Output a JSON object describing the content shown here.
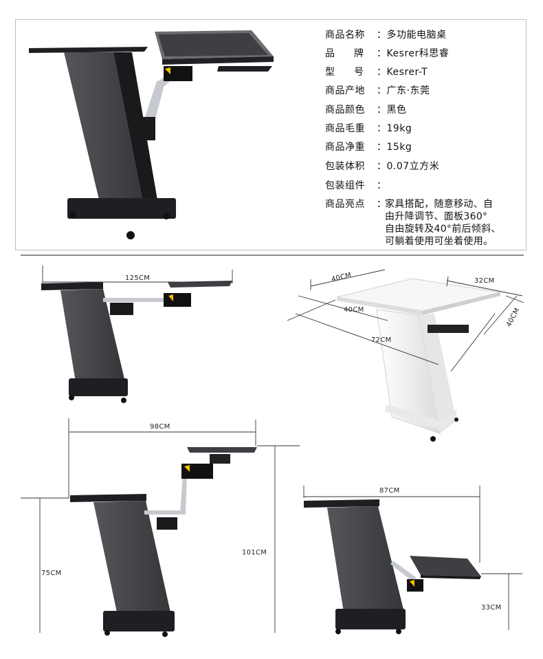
{
  "specs": [
    {
      "label": "商品名称",
      "value": "多功能电脑桌"
    },
    {
      "label": "品　　牌",
      "value": "Kesrer科思睿"
    },
    {
      "label": "型　　号",
      "value": "Kesrer-T"
    },
    {
      "label": "商品产地",
      "value": "广东·东莞"
    },
    {
      "label": "商品颜色",
      "value": "黑色"
    },
    {
      "label": "商品毛重",
      "value": "19kg"
    },
    {
      "label": "商品净重",
      "value": "15kg"
    },
    {
      "label": "包装体积",
      "value": "0.07立方米"
    },
    {
      "label": "包装组件",
      "value": ""
    }
  ],
  "highlight": {
    "label": "商品亮点",
    "lines": [
      "家具搭配，随意移动、自",
      "由升降调节、面板360°",
      "自由旋转及40°前后倾斜、",
      "可躺着使用可坐着使用。"
    ]
  },
  "separator": "：",
  "dimensions": {
    "d125": "125CM",
    "d40a": "40CM",
    "d32": "32CM",
    "d40b": "40CM",
    "d40c": "40CM",
    "d72": "72CM",
    "d98": "98CM",
    "d101": "101CM",
    "d75": "75CM",
    "d87": "87CM",
    "d33": "33CM"
  },
  "colors": {
    "desk_dark": "#3a3b3d",
    "desk_white": "#f2f2f2",
    "arm": "#bfc3c7"
  }
}
